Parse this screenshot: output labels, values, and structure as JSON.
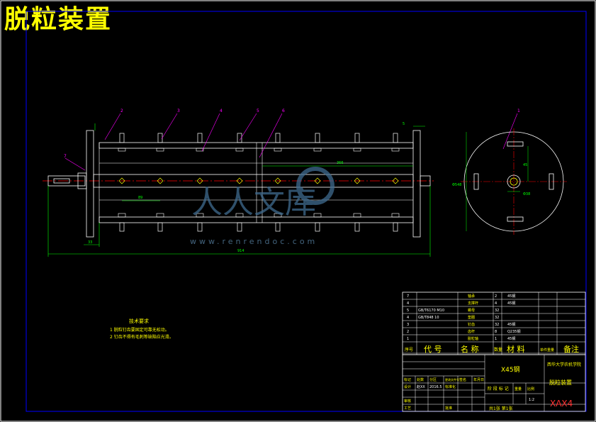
{
  "title": "脱粒装置",
  "watermark": {
    "text": "www.renrendoc.com",
    "logo": "人人文库"
  },
  "callouts": [
    "2",
    "3",
    "4",
    "5",
    "6",
    "7",
    "1"
  ],
  "dimensions": {
    "total_length": "914",
    "left_offset": "33",
    "spacing_pitch": "89",
    "inner_span": "366",
    "right_offset": "5",
    "diameter": "Φ548",
    "hub_dim": "Φ38",
    "radial_dim": "45"
  },
  "notes": {
    "heading": "技术要求",
    "lines": [
      "1 脱粒钉齿要固定可靠无松动。",
      "2 钉齿不得有毛刺等缺陷应光滑。"
    ]
  },
  "parts_table": {
    "rows": [
      {
        "no": "7",
        "code": "",
        "name": "轴承",
        "qty": "2",
        "material": "45钢",
        "note": ""
      },
      {
        "no": "4",
        "code": "",
        "name": "支撑杆",
        "qty": "4",
        "material": "45钢",
        "note": ""
      },
      {
        "no": "5",
        "code": "GB/T6170 M10",
        "name": "螺母",
        "qty": "32",
        "material": "",
        "note": ""
      },
      {
        "no": "4",
        "code": "GB/T848 10",
        "name": "垫圈",
        "qty": "32",
        "material": "",
        "note": ""
      },
      {
        "no": "3",
        "code": "",
        "name": "钉齿",
        "qty": "32",
        "material": "45钢",
        "note": ""
      },
      {
        "no": "2",
        "code": "",
        "name": "齿杆",
        "qty": "8",
        "material": "Q235钢",
        "note": ""
      },
      {
        "no": "1",
        "code": "",
        "name": "脱粒轴",
        "qty": "1",
        "material": "45钢",
        "note": ""
      }
    ],
    "header": {
      "no": "序号",
      "code": "代 号",
      "name": "名 称",
      "qty": "数量",
      "material": "材 料",
      "unit_weight": "单件重量",
      "note": "备注"
    }
  },
  "title_block": {
    "material": "X45钢",
    "school": "西华大学农机学院",
    "drawing_name": "脱粒装置",
    "drawing_code": "XAX4",
    "row_labels": [
      "标记",
      "设计",
      "审核",
      "工艺"
    ],
    "row_cells": [
      "处数",
      "分区",
      "更改文件号",
      "签名",
      "年月日"
    ],
    "designer": "赵XX",
    "date": "2016.5",
    "std": "标准化",
    "approve": "批准",
    "stage_labels": [
      "阶 段 标 记",
      "重量",
      "比例"
    ],
    "scale": "1:2",
    "sheet": "共1张 第1张"
  },
  "colors": {
    "frame": "#0000ff",
    "part_lines": "#ffffff",
    "dimension": "#00ff00",
    "leader": "#ff00ff",
    "center_line": "#ff0000",
    "title": "#ffff00"
  }
}
